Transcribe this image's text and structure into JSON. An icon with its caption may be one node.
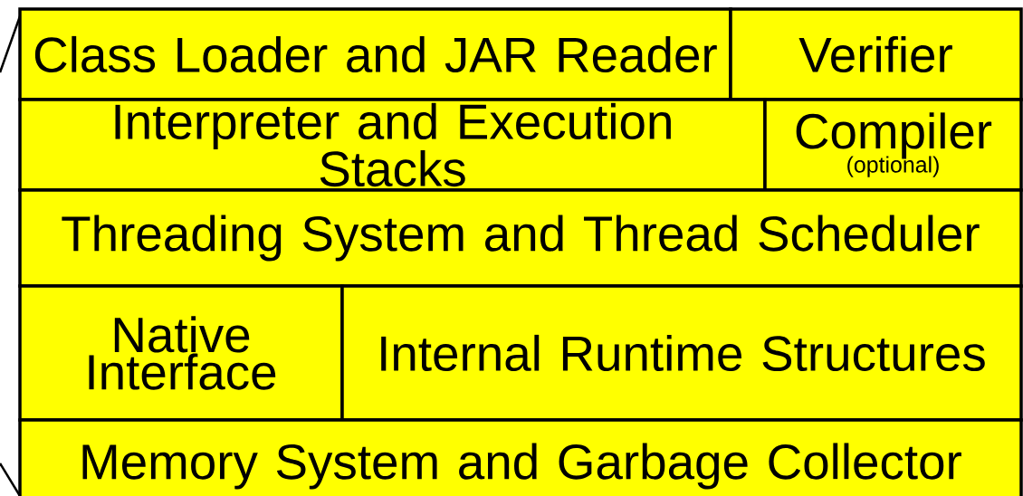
{
  "diagram": {
    "nodes": [
      {
        "text": [
          "Class Loader and JAR Reader"
        ]
      },
      {
        "text": [
          "Verifier"
        ]
      },
      {
        "text": [
          "Interpreter and Execution Stacks"
        ]
      },
      {
        "text": [
          "Compiler",
          "(optional)"
        ]
      },
      {
        "text": [
          "Threading System and Thread Scheduler"
        ]
      },
      {
        "text": [
          "Native Interface"
        ]
      },
      {
        "text": [
          "Internal Runtime Structures"
        ]
      },
      {
        "text": [
          "Memory System and Garbage Collector"
        ]
      }
    ]
  }
}
